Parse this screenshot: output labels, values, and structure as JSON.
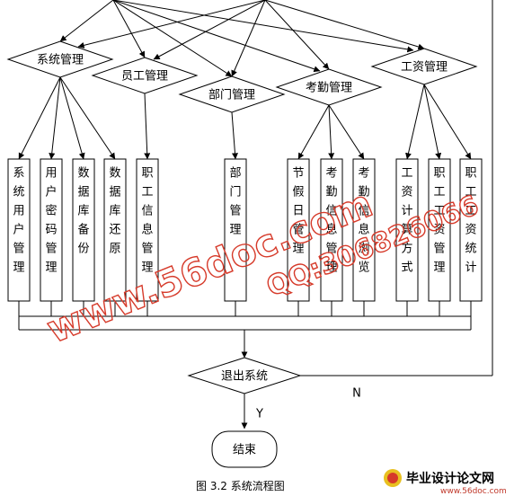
{
  "diagram": {
    "modules": [
      {
        "id": "sys",
        "label": "系统管理"
      },
      {
        "id": "emp",
        "label": "员工管理"
      },
      {
        "id": "dept",
        "label": "部门管理"
      },
      {
        "id": "att",
        "label": "考勤管理"
      },
      {
        "id": "wage",
        "label": "工资管理"
      }
    ],
    "functions": [
      {
        "module": "sys",
        "label": "系统用户管理"
      },
      {
        "module": "sys",
        "label": "用户密码管理"
      },
      {
        "module": "sys",
        "label": "数据库备份"
      },
      {
        "module": "sys",
        "label": "数据库还原"
      },
      {
        "module": "emp",
        "label": "职工信息管理"
      },
      {
        "module": "dept",
        "label": "部门管理"
      },
      {
        "module": "att",
        "label": "节假日管理"
      },
      {
        "module": "att",
        "label": "考勤信息管理"
      },
      {
        "module": "att",
        "label": "考勤信息浏览"
      },
      {
        "module": "wage",
        "label": "工资计算方式"
      },
      {
        "module": "wage",
        "label": "职工工资管理"
      },
      {
        "module": "wage",
        "label": "职工工资统计"
      }
    ],
    "decision": {
      "label": "退出系统",
      "yes": "Y",
      "no": "N"
    },
    "end": {
      "label": "结束"
    }
  },
  "caption": "图 3.2 系统流程图",
  "watermarks": [
    "www.56doc.com",
    "QQ:306826066"
  ],
  "logo": {
    "text": "毕业设计论文网",
    "url": "www.56doc.com"
  },
  "colors": {
    "line": "#000000",
    "watermark": "#d63a2a"
  }
}
